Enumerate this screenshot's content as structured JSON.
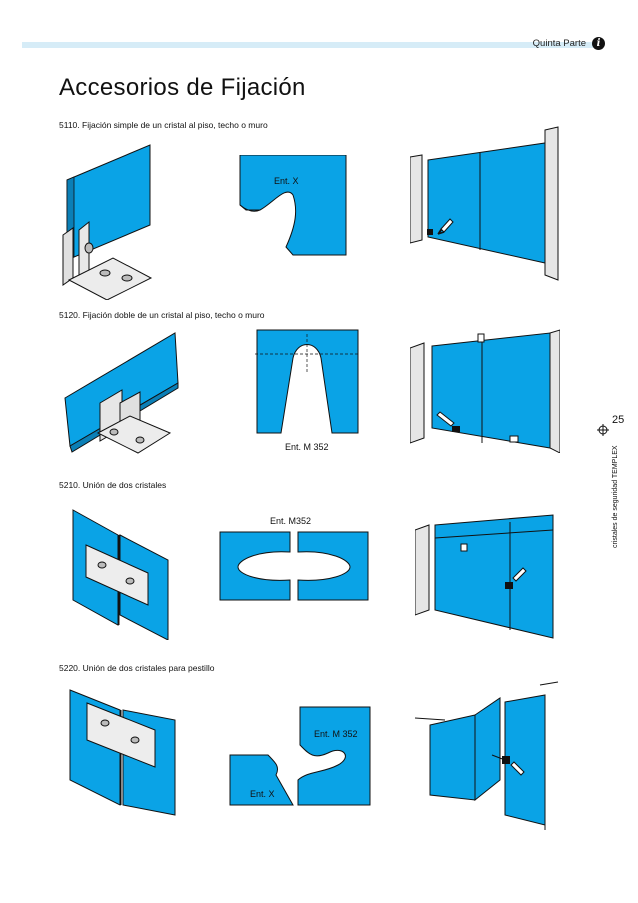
{
  "header": {
    "section": "Quinta Parte",
    "info_icon": "i"
  },
  "title": "Accesorios de Fijación",
  "colors": {
    "glass": "#0aa3e6",
    "outline": "#111111",
    "band": "#d6ecf7"
  },
  "items": [
    {
      "caption": "5110.  Fijación simple de un cristal al piso, techo o muro",
      "detail_label": "Ent. X"
    },
    {
      "caption": "5120.  Fijación doble de un cristal al piso, techo o muro",
      "detail_label": "Ent. M 352"
    },
    {
      "caption": "5210.  Unión de dos cristales",
      "detail_label": "Ent. M352"
    },
    {
      "caption": "5220.  Unión de dos cristales para pestillo",
      "detail_label_a": "Ent. M 352",
      "detail_label_b": "Ent. X"
    }
  ],
  "page_number": "25",
  "side_text": "cristales de seguridad TEMPLEX"
}
